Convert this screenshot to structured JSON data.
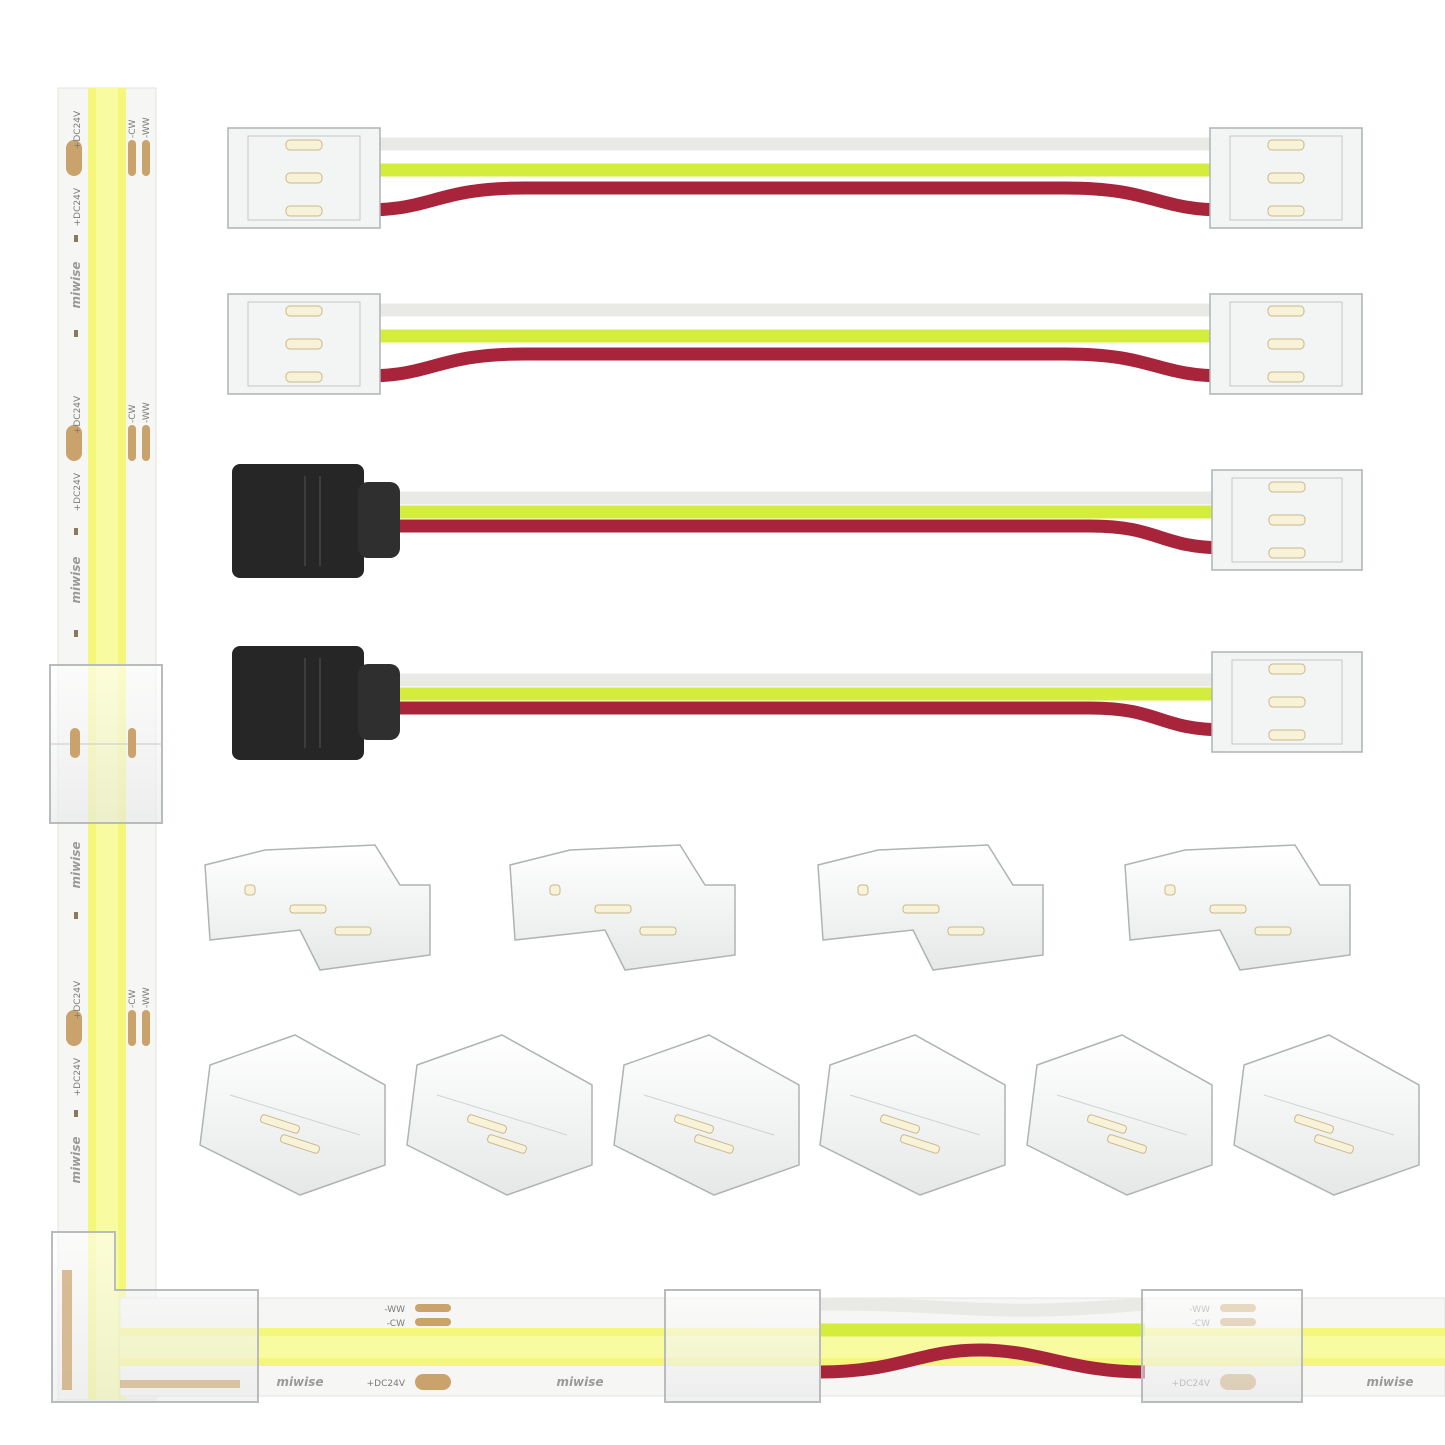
{
  "colors": {
    "background": "#ffffff",
    "strip_yellow": "#f4f77a",
    "strip_edge": "#f5f5f3",
    "wire_white": "#e9e9e6",
    "wire_yellow": "#d4ec3c",
    "wire_red": "#a8243a",
    "connector_clear": "#f3f4f4",
    "plug_black": "#262626",
    "copper_pad": "#c9a36b"
  },
  "strip_markings": {
    "voltage_label": "+DC24V",
    "cold_white_label": "-CW",
    "warm_white_label": "-WW",
    "brand": "miwise"
  },
  "product_items": {
    "cable_connectors_double_ended": 2,
    "cable_connectors_with_plug": 2,
    "l_shape_connectors": 4,
    "straight_connectors": 6
  }
}
